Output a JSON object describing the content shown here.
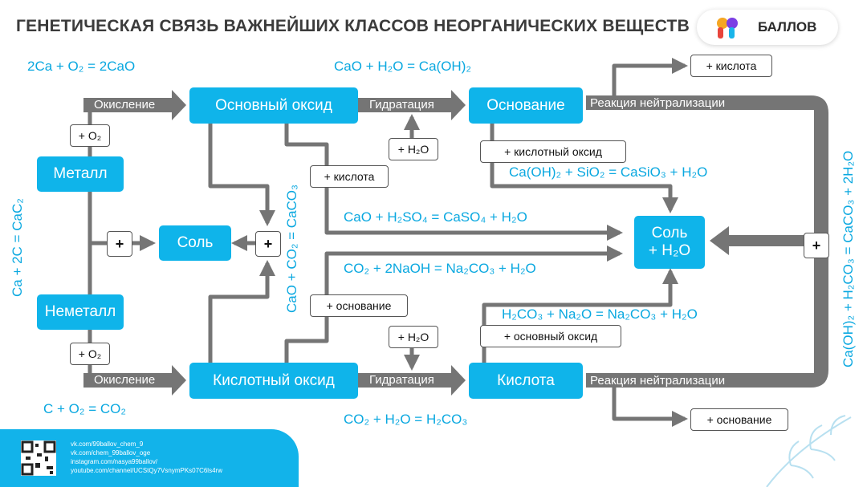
{
  "title": "ГЕНЕТИЧЕСКАЯ СВЯЗЬ ВАЖНЕЙШИХ КЛАССОВ НЕОРГАНИЧЕСКИХ ВЕЩЕСТВ",
  "logo": {
    "text": "БАЛЛОВ",
    "icon": "99-logo-icon"
  },
  "colors": {
    "accent": "#0fb4ea",
    "formula": "#0aa8e0",
    "arrow": "#757575",
    "text_dark": "#3b3b3b"
  },
  "boxes": {
    "metal": "Металл",
    "nonmetal": "Неметалл",
    "basic_oxide": "Основный оксид",
    "acidic_oxide": "Кислотный оксид",
    "base": "Основание",
    "acid": "Кислота",
    "salt": "Соль",
    "salt_water_1": "Соль",
    "salt_water_2": "+ H₂O"
  },
  "arrow_labels": {
    "oxidation_top": "Окисление",
    "oxidation_bottom": "Окисление",
    "hydration_top": "Гидратация",
    "hydration_bottom": "Гидратация",
    "neutralization_top": "Реакция нейтрализации",
    "neutralization_bottom": "Реакция нейтрализации"
  },
  "tags": {
    "o2_top": "+ O₂",
    "o2_bottom": "+ O₂",
    "h2o_top": "+ H₂O",
    "h2o_bottom": "+ H₂O",
    "acid_1": "+ кислота",
    "acidic_oxide": "+ кислотный оксид",
    "base_1": "+ основание",
    "basic_oxide": "+ основный оксид",
    "plus_acid_right": "+ кислота",
    "plus_base_right": "+ основание"
  },
  "plus_signs": [
    "+",
    "+",
    "+"
  ],
  "equations": {
    "ca_o2": "2Ca + O₂ = 2CaO",
    "c_o2": "C + O₂ = CO₂",
    "cao_h2o": "CaO + H₂O = Ca(OH)₂",
    "co2_h2o": "CO₂ + H₂O = H₂CO₃",
    "caoh2_sio2": "Ca(OH)₂ + SiO₂ = CaSiO₃ + H₂O",
    "cao_h2so4": "CaO + H₂SO₄ = CaSO₄ + H₂O",
    "co2_naoh": "CO₂ + 2NaOH = Na₂CO₃ + H₂O",
    "h2co3_na2o": "H₂CO₃ + Na₂O = Na₂CO₃ + H₂O",
    "ca_c": "Ca + 2C = CaC₂",
    "cao_co2": "CaO + CO₂ = CaCO₃",
    "caoh2_h2co3": "Ca(OH)₂ + H₂CO₃ = CaCO₃ + 2H₂O"
  },
  "footer": {
    "links": [
      "vk.com/99ballov_chem_9",
      "vk.com/chem_99ballov_oge",
      "instagram.com/nasya99ballov/",
      "youtube.com/channel/UCStQy7VsnymPKs07C6ls4rw"
    ]
  }
}
